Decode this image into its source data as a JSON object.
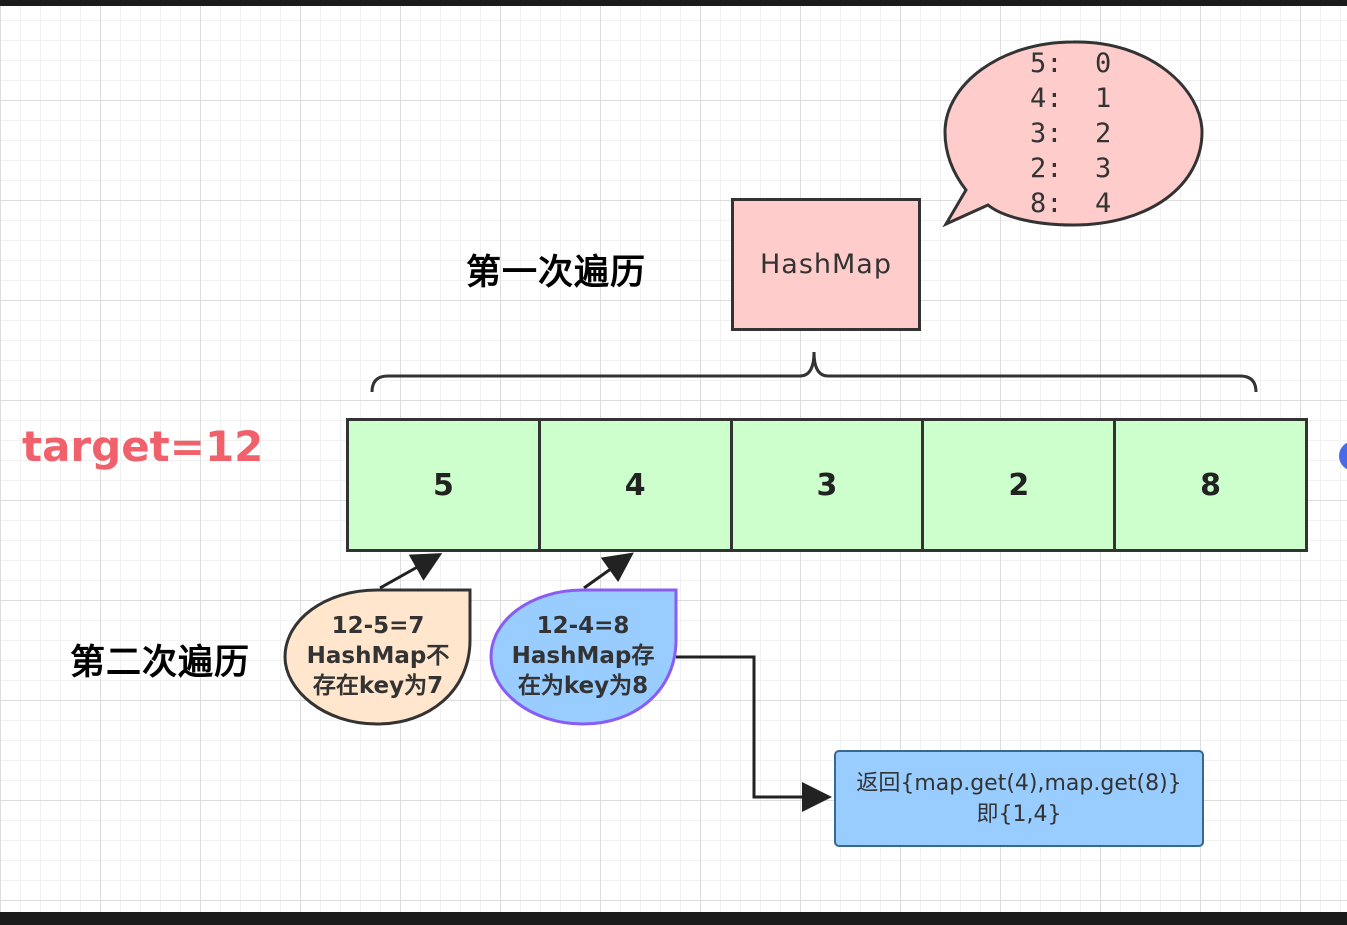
{
  "labels": {
    "first_pass": "第一次遍历",
    "second_pass": "第二次遍历",
    "target": "target=12"
  },
  "hashmap": {
    "label": "HashMap",
    "entries": [
      "5:  0",
      "4:  1",
      "3:  2",
      "2:  3",
      "8:  4"
    ]
  },
  "array": {
    "values": [
      "5",
      "4",
      "3",
      "2",
      "8"
    ]
  },
  "callouts": {
    "miss": {
      "lines": [
        "12-5=7",
        "HashMap不",
        "存在key为7"
      ],
      "fill": "#ffe6cc"
    },
    "hit": {
      "lines": [
        "12-4=8",
        "HashMap存",
        "在为key为8"
      ],
      "fill": "#99ccff"
    }
  },
  "result": {
    "line1": "返回{map.get(4),map.get(8)}",
    "line2": "即{1,4}"
  },
  "colors": {
    "hashmap_fill": "#ffcccc",
    "array_fill": "#ccffcc",
    "target_text": "#f0616b",
    "result_fill": "#99ccff"
  }
}
